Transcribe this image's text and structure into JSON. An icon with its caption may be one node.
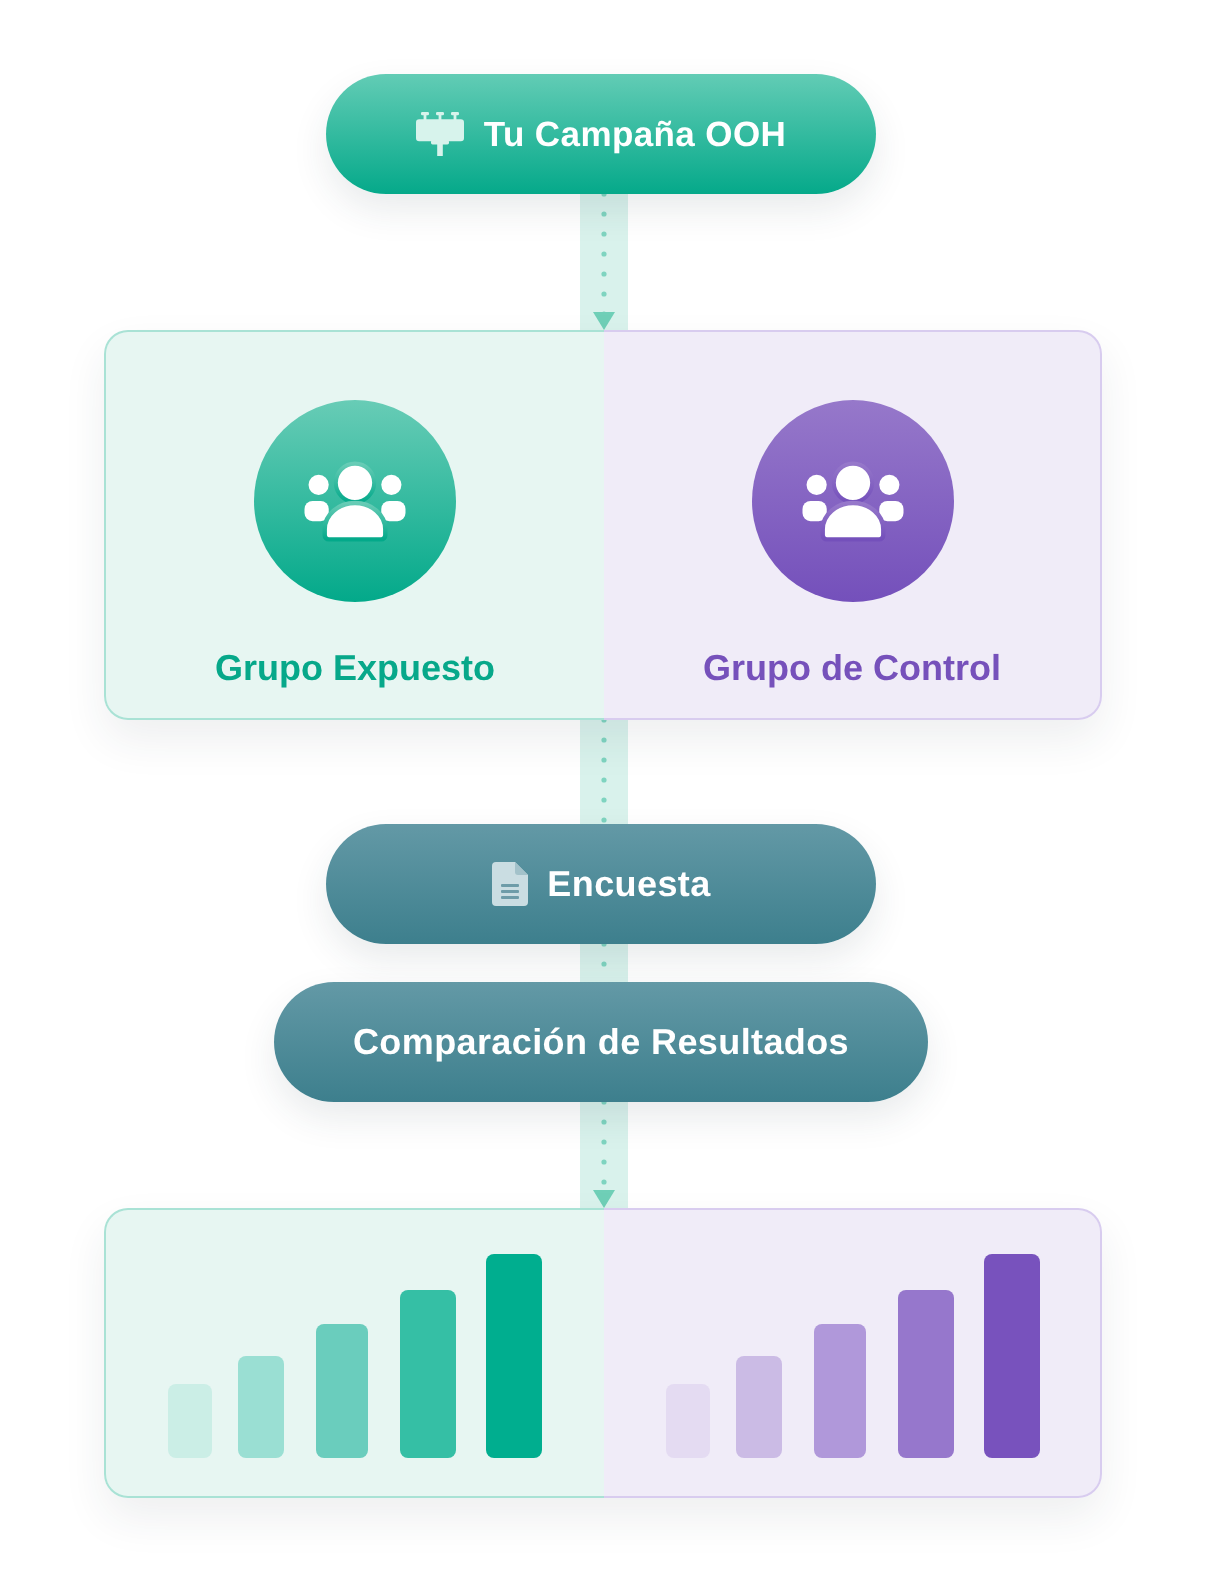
{
  "diagram": {
    "nodes": [
      {
        "text": [
          "Tu Campaña OOH"
        ]
      },
      {
        "text": [],
        "shape": "box"
      },
      {
        "text": [
          "Grupo Expuesto"
        ],
        "in": 1
      },
      {
        "text": [
          "Grupo de Control"
        ],
        "in": 1
      },
      {
        "text": [
          "Encuesta"
        ]
      },
      {
        "text": [
          "Comparación de Resultados"
        ]
      },
      {
        "text": [],
        "shape": "box"
      }
    ],
    "edges": [
      {
        "from": 0,
        "to": 1,
        "arrow": "to"
      },
      {
        "from": 1,
        "to": 4,
        "arrow": "none"
      },
      {
        "from": 4,
        "to": 5,
        "arrow": "none"
      },
      {
        "from": 5,
        "to": 6,
        "arrow": "to"
      }
    ]
  }
}
